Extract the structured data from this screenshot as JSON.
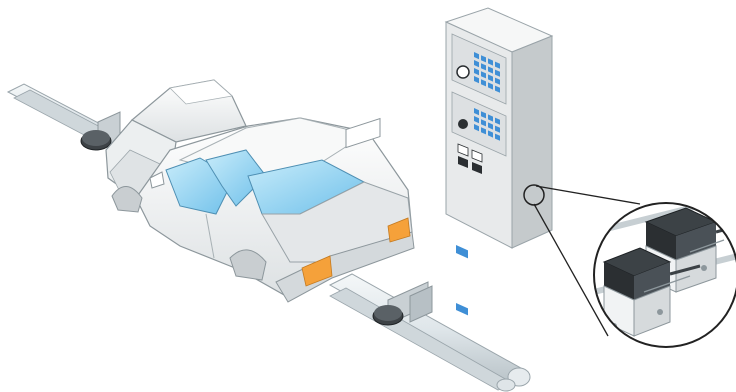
{
  "scene": {
    "colors": {
      "background": "#ffffff",
      "rail": "#dfe6ea",
      "rail_shadow": "#b9c3c8",
      "car_body": "#f1f3f4",
      "car_shade": "#d6dadc",
      "glass": "#8fd0f0",
      "glass_light": "#c8ecfa",
      "indicator": "#f5a13a",
      "cabinet_front": "#e8eaeb",
      "cabinet_side": "#c5cacc",
      "cabinet_top": "#f6f7f7",
      "panel_button": "#3f8fd6",
      "dark": "#2b2f32",
      "sensor_head": "#3c4246",
      "outline": "#222222"
    },
    "items": {
      "conveyor": "conveyor-rail",
      "car": "car-body",
      "control_cabinet": "control-cabinet",
      "magnifier": "magnified-sensor-view",
      "sensors": [
        "photoelectric-sensor-1",
        "photoelectric-sensor-2"
      ],
      "rail_mounts": [
        "rail-mount-front",
        "rail-mount-rear"
      ]
    }
  }
}
